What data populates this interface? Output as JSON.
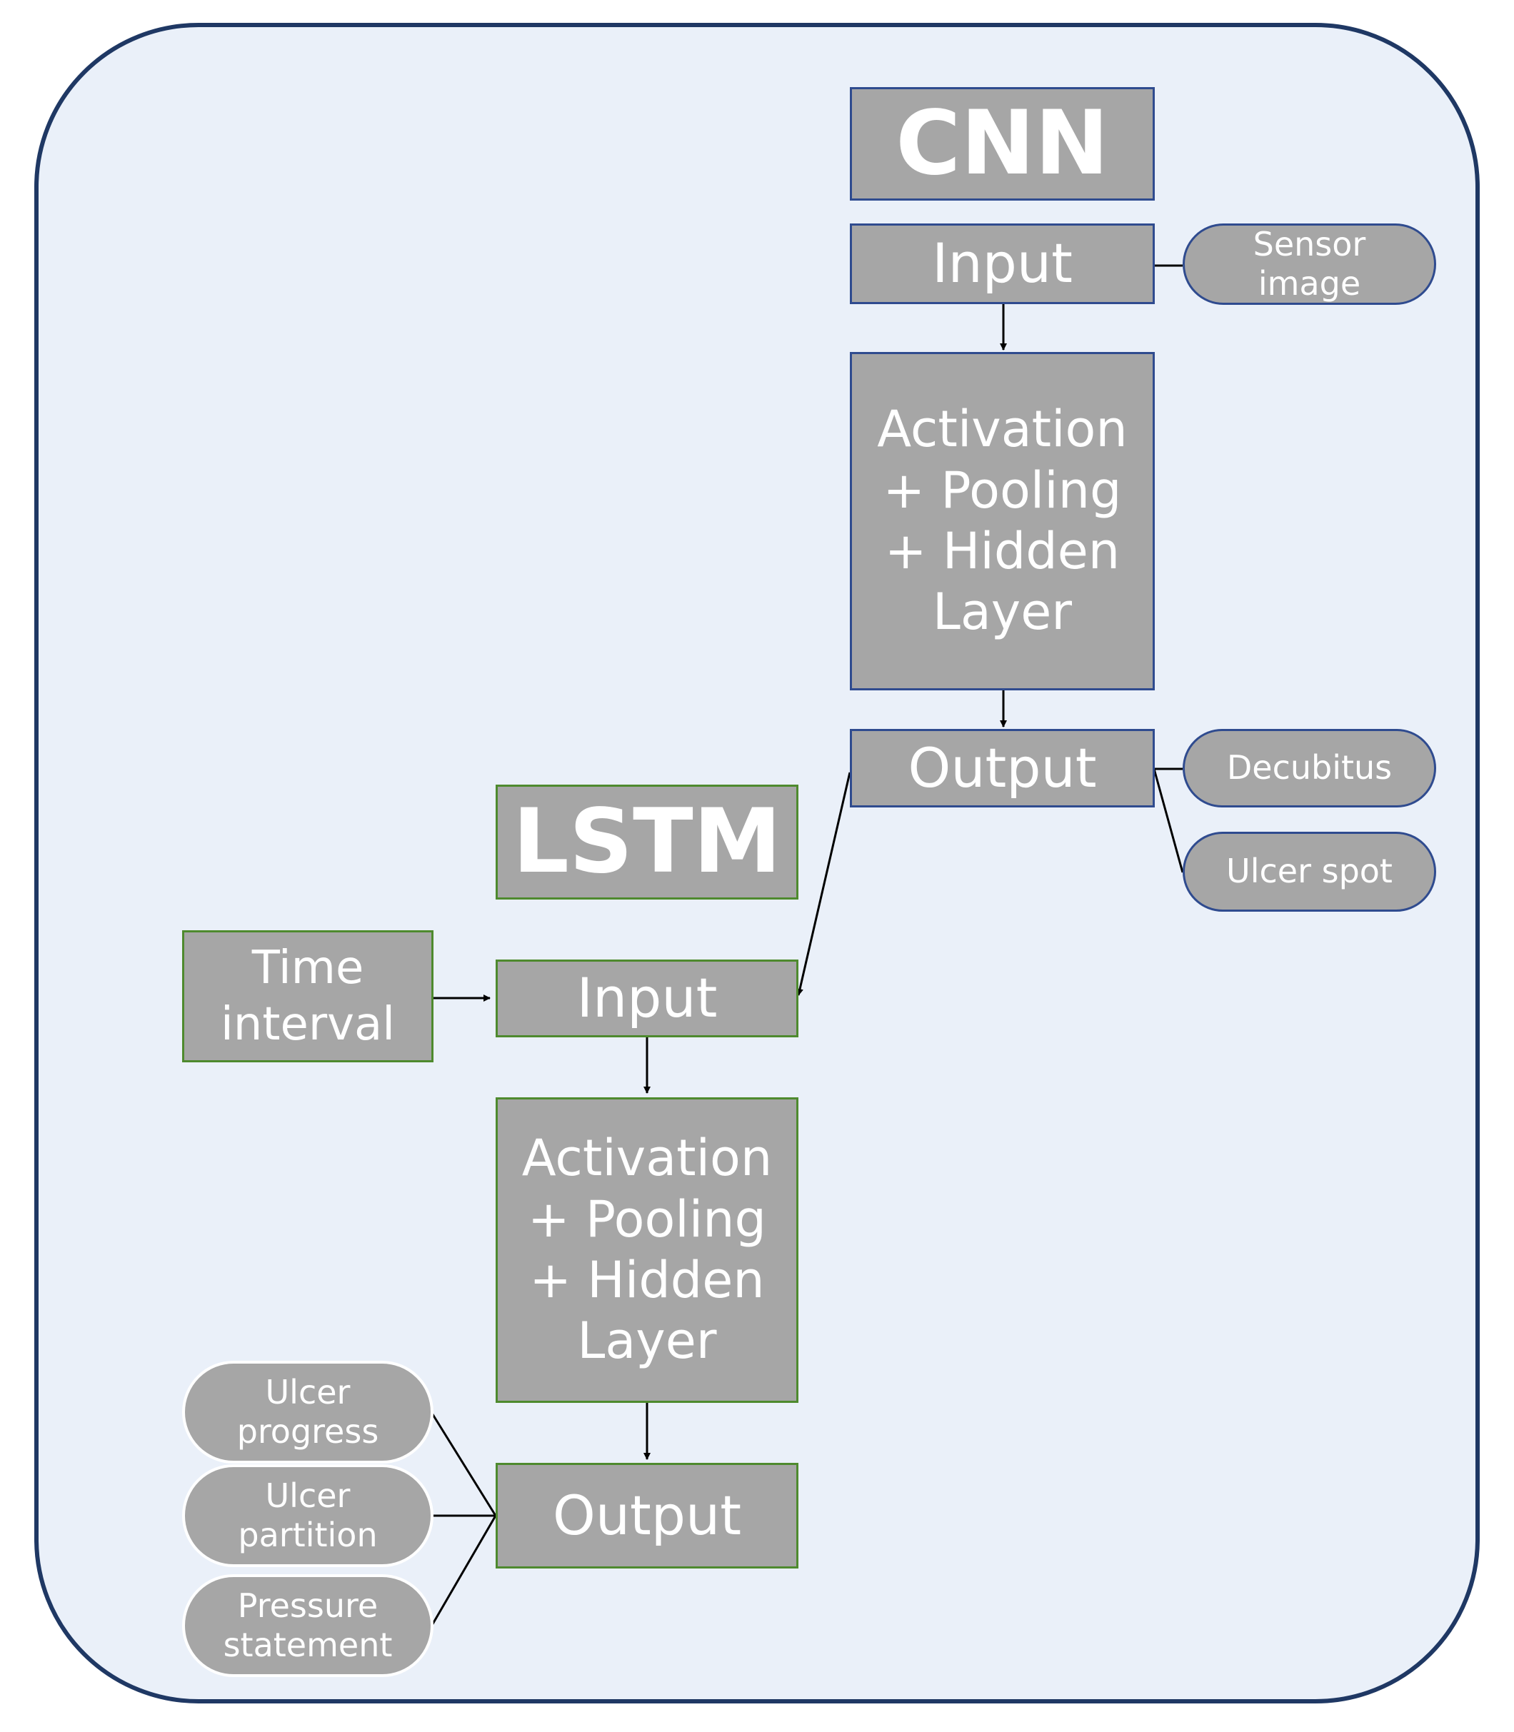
{
  "cnn": {
    "title": "CNN",
    "input": "Input",
    "hidden": "Activation\n+ Pooling\n+ Hidden\nLayer",
    "output": "Output",
    "input_tag": "Sensor\nimage",
    "output_tags": [
      "Decubitus",
      "Ulcer spot"
    ]
  },
  "lstm": {
    "title": "LSTM",
    "time_interval": "Time\ninterval",
    "input": "Input",
    "hidden": "Activation\n+ Pooling\n+ Hidden\nLayer",
    "output": "Output",
    "output_tags": [
      "Ulcer\nprogress",
      "Ulcer\npartition",
      "Pressure\nstatement"
    ]
  },
  "colors": {
    "frame_border": "#1f3864",
    "frame_fill": "#eaf0f9",
    "box_fill": "#a6a6a6",
    "cnn_border": "#2f4b8f",
    "lstm_border": "#4e8a2e",
    "text": "#ffffff",
    "connector": "#000000"
  }
}
